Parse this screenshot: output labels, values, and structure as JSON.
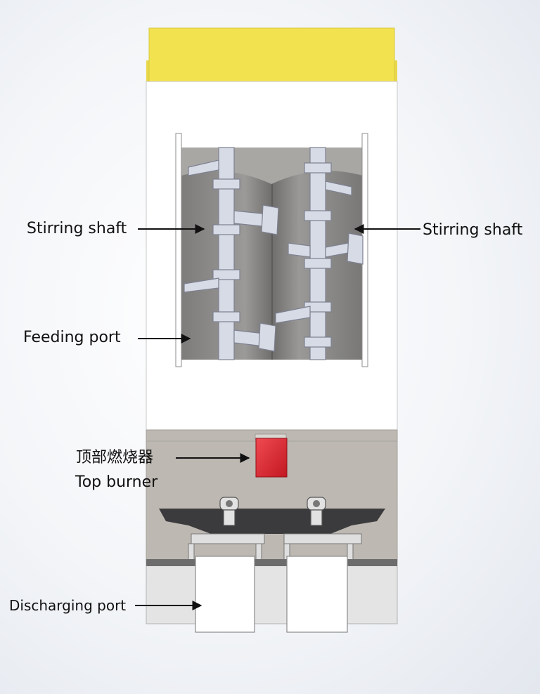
{
  "labels": {
    "stirring_shaft_left": "Stirring shaft",
    "stirring_shaft_right": "Stirring shaft",
    "feeding_port": "Feeding port",
    "top_burner_cn": "顶部燃烧器",
    "top_burner_en": "Top burner",
    "discharging_port": "Discharging port"
  },
  "colors": {
    "lid": "#f0e04e",
    "burner": "#e3232e",
    "lower_body": "#bdb8b2",
    "drum": "#8c8a88",
    "plate": "#3b3b3d",
    "housing": "#ffffff"
  }
}
